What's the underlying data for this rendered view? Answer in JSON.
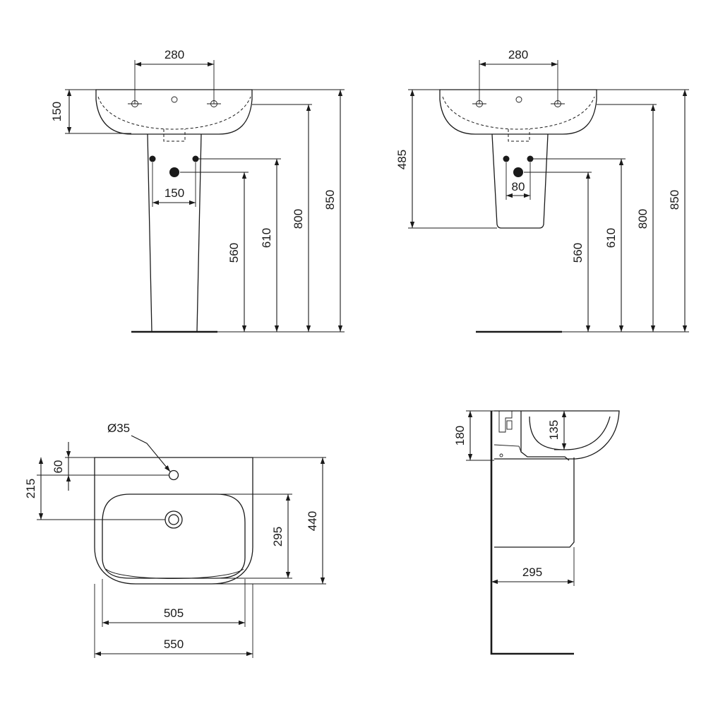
{
  "front_pedestal": {
    "dim_tap_spacing": "280",
    "dim_basin_depth": "150",
    "dim_fixing_spacing": "150",
    "dim_waste_height": "560",
    "dim_fixing_height": "610",
    "dim_rim_height": "800",
    "dim_overall_height": "850"
  },
  "front_semi_pedestal": {
    "dim_tap_spacing": "280",
    "dim_semi_pedestal_drop": "485",
    "dim_fixing_spacing": "80",
    "dim_waste_height": "560",
    "dim_fixing_height": "610",
    "dim_rim_height": "800",
    "dim_overall_height": "850"
  },
  "plan_view": {
    "dim_tap_hole_diameter": "Ø35",
    "dim_tap_hole_offset": "60",
    "dim_waste_offset": "215",
    "dim_bowl_depth": "295",
    "dim_overall_depth": "440",
    "dim_bowl_width": "505",
    "dim_overall_width": "550"
  },
  "side_view": {
    "dim_basin_height": "180",
    "dim_bowl_height": "135",
    "dim_semi_pedestal_depth": "295"
  }
}
